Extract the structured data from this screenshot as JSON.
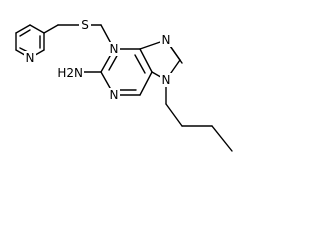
{
  "molecule": {
    "description_labels": {
      "pyridine_nitrogen": "N",
      "thioether_sulfur": "S",
      "imidazole_nitrogen_top": "N",
      "pyrimidine_nitrogen_left": "N",
      "amine": "H2N",
      "pyrimidine_nitrogen_bottom": "N",
      "imidazole_nitrogen_bottom": "N"
    },
    "colors": {
      "bond": "#000000",
      "text": "#000000",
      "background": "#ffffff"
    }
  }
}
